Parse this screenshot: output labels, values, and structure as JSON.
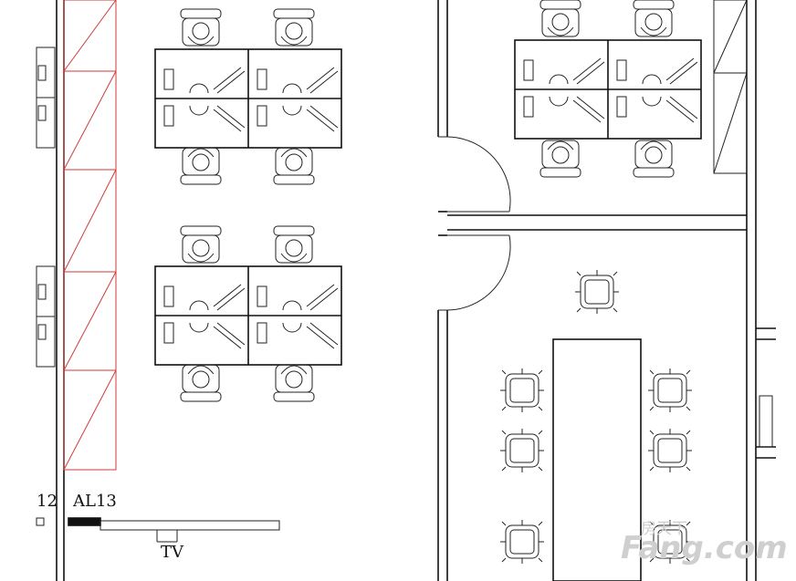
{
  "plan": {
    "labels": {
      "al12": "12",
      "al13": "AL13",
      "tv": "TV"
    }
  },
  "watermark": {
    "text": "Fang.com",
    "sub": "房天下"
  }
}
